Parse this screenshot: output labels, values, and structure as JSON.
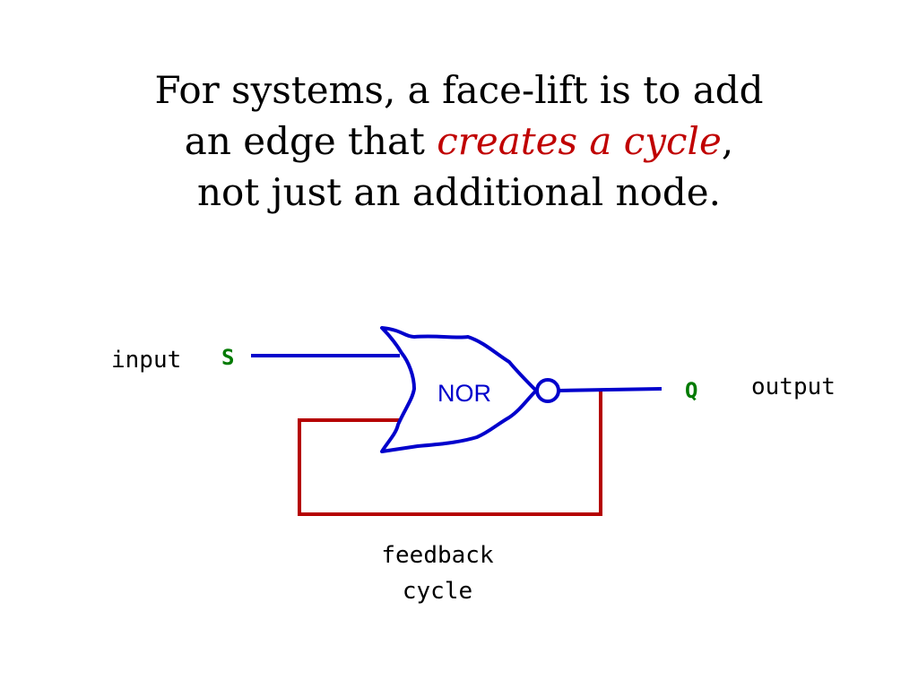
{
  "title": {
    "line1": "For systems, a face-lift is to add",
    "line2_prefix": "an edge that ",
    "line2_emphasis": "creates a cycle",
    "line2_suffix": ",",
    "line3": "not just an additional node."
  },
  "diagram": {
    "gate_label": "NOR",
    "input_label": "input",
    "input_signal": "S",
    "output_signal": "Q",
    "output_label": "output",
    "feedback_line1": "feedback",
    "feedback_line2": "cycle"
  },
  "colors": {
    "gate": "#0000cc",
    "feedback": "#b50000",
    "signal": "#007a00",
    "emphasis": "#c00000",
    "text": "#000000"
  }
}
